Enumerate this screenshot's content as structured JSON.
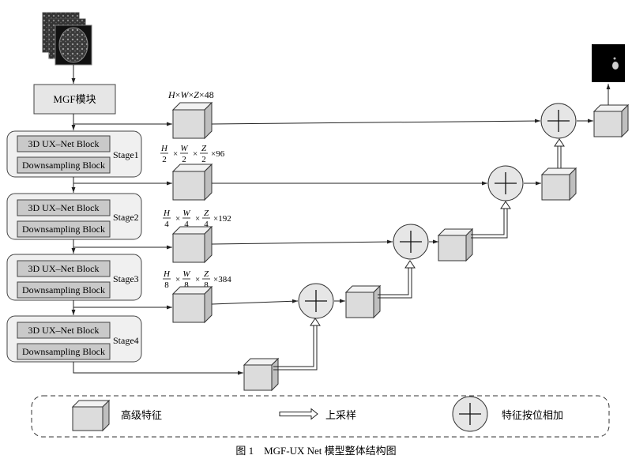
{
  "mgf_module": "MGF模块",
  "stages": [
    {
      "block1": "3D UX–Net Block",
      "block2": "Downsampling Block",
      "name": "Stage1"
    },
    {
      "block1": "3D UX–Net Block",
      "block2": "Downsampling Block",
      "name": "Stage2"
    },
    {
      "block1": "3D UX–Net Block",
      "block2": "Downsampling Block",
      "name": "Stage3"
    },
    {
      "block1": "3D UX–Net Block",
      "block2": "Downsampling Block",
      "name": "Stage4"
    }
  ],
  "feature_dims": [
    {
      "H": "H",
      "W": "W",
      "Z": "Z",
      "channels": "48"
    },
    {
      "H": "H",
      "W": "W",
      "Z": "Z",
      "divisor": "2",
      "channels": "96"
    },
    {
      "H": "H",
      "W": "W",
      "Z": "Z",
      "divisor": "4",
      "channels": "192"
    },
    {
      "H": "H",
      "W": "W",
      "Z": "Z",
      "divisor": "8",
      "channels": "384"
    }
  ],
  "times_symbol": "×",
  "legend": {
    "feature": "高级特征",
    "upsample": "上采样",
    "add": "特征按位相加"
  },
  "caption": "图 1　MGF-UX Net 模型整体结构图"
}
